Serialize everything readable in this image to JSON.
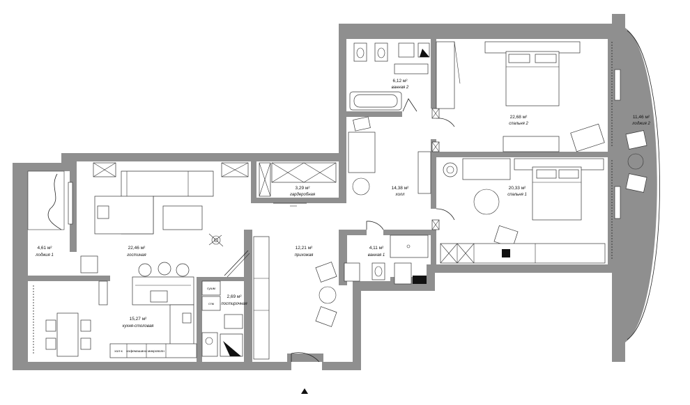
{
  "rooms": [
    {
      "id": "loggia1",
      "area": "4,61 м²",
      "name": "лоджия 1"
    },
    {
      "id": "living",
      "area": "22,46 м²",
      "name": "гостиная"
    },
    {
      "id": "kitchen",
      "area": "15,27 м²",
      "name": "кухня-столовая"
    },
    {
      "id": "laundry",
      "area": "2,69 м²",
      "name": "постирочная"
    },
    {
      "id": "wardrobe",
      "area": "3,29 м²",
      "name": "гардеробная"
    },
    {
      "id": "entry",
      "area": "12,21 м²",
      "name": "прихожая"
    },
    {
      "id": "hall",
      "area": "14,38 м²",
      "name": "холл"
    },
    {
      "id": "bath1",
      "area": "4,11 м²",
      "name": "ванная 1"
    },
    {
      "id": "bath2",
      "area": "6,12 м²",
      "name": "ванная 2"
    },
    {
      "id": "bed1",
      "area": "20,33 м²",
      "name": "спальня 1"
    },
    {
      "id": "bed2",
      "area": "22,68 м²",
      "name": "спальня 2"
    },
    {
      "id": "loggia2",
      "area": "11,46 м²",
      "name": "лоджия 2"
    }
  ],
  "appliance_labels": {
    "dryer": "сушм",
    "washer": "стм",
    "fridge": "хол-к",
    "coffee": "кофемашина",
    "microwave": "микроволн"
  },
  "colors": {
    "wall": "#8f8f8f",
    "line": "#222222",
    "background": "#ffffff"
  }
}
